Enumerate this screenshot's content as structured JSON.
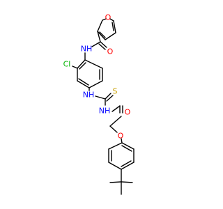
{
  "molecule": {
    "atom_labels": {
      "furan_oxygen": "O",
      "amide1_nh": "NH",
      "amide1_oxygen": "O",
      "chlorine": "Cl",
      "thiourea_nh1": "NH",
      "thiourea_sulfur": "S",
      "thiourea_nh2": "NH",
      "acyl_oxygen": "O",
      "ether_oxygen": "O"
    },
    "colors": {
      "bond": "#000000",
      "oxygen": "#ff0000",
      "nitrogen": "#0000ff",
      "chlorine": "#00b400",
      "sulfur": "#c8a000"
    }
  }
}
